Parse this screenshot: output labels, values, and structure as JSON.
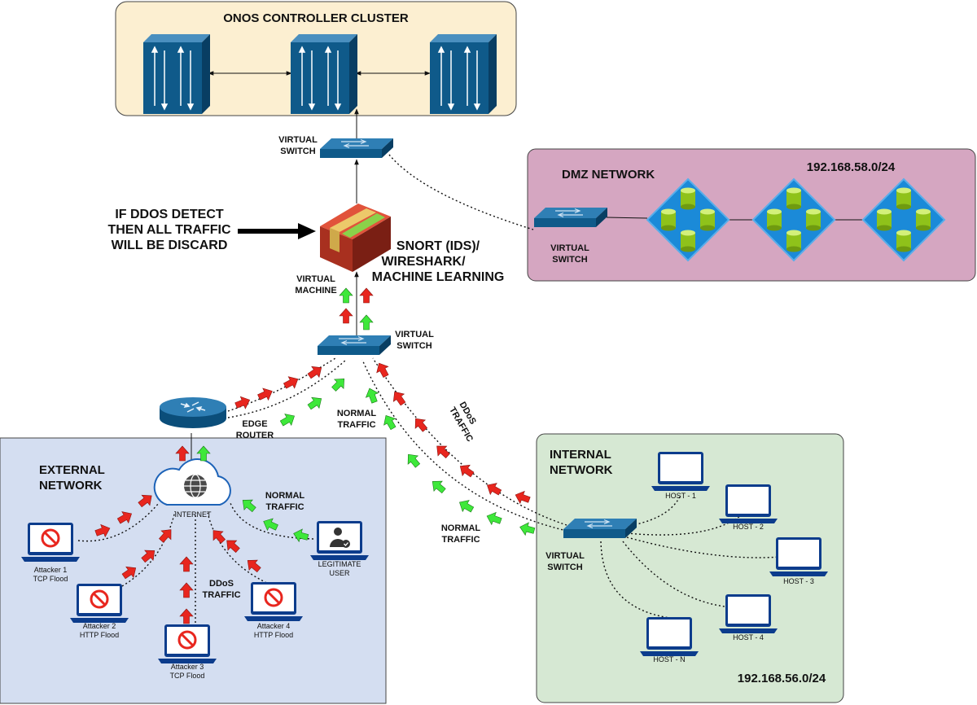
{
  "regions": {
    "onos": {
      "title": "ONOS CONTROLLER CLUSTER"
    },
    "dmz": {
      "title": "DMZ NETWORK",
      "subnet": "192.168.58.0/24"
    },
    "external": {
      "title_line1": "EXTERNAL",
      "title_line2": "NETWORK"
    },
    "internal": {
      "title_line1": "INTERNAL",
      "title_line2": "NETWORK",
      "subnet": "192.168.56.0/24"
    }
  },
  "devices": {
    "top_switch": {
      "line1": "VIRTUAL",
      "line2": "SWITCH"
    },
    "core_switch": {
      "line1": "VIRTUAL",
      "line2": "SWITCH"
    },
    "dmz_switch": {
      "line1": "VIRTUAL",
      "line2": "SWITCH"
    },
    "internal_switch": {
      "line1": "VIRTUAL",
      "line2": "SWITCH"
    },
    "vm": {
      "line1": "VIRTUAL",
      "line2": "MACHINE"
    },
    "ids": {
      "line1": "SNORT (IDS)/",
      "line2": "WIRESHARK/",
      "line3": "MACHINE LEARNING"
    },
    "edge_router": {
      "line1": "EDGE",
      "line2": "ROUTER"
    },
    "internet": {
      "label": "INTERNET"
    }
  },
  "ddos_note": {
    "line1": "IF DDOS DETECT",
    "line2": "THEN ALL TRAFFIC",
    "line3": "WILL BE DISCARD"
  },
  "traffic_labels": {
    "normal_top": {
      "line1": "NORMAL",
      "line2": "TRAFFIC"
    },
    "ddos_top": {
      "line1": "DDoS",
      "line2": "TRAFFIC"
    },
    "normal_internal": {
      "line1": "NORMAL",
      "line2": "TRAFFIC"
    },
    "normal_external": {
      "line1": "NORMAL",
      "line2": "TRAFFIC"
    },
    "ddos_external": {
      "line1": "DDoS",
      "line2": "TRAFFIC"
    }
  },
  "attackers": [
    {
      "line1": "Attacker 1",
      "line2": "TCP Flood"
    },
    {
      "line1": "Attacker 2",
      "line2": "HTTP Flood"
    },
    {
      "line1": "Attacker 3",
      "line2": "TCP Flood"
    },
    {
      "line1": "Attacker 4",
      "line2": "HTTP Flood"
    }
  ],
  "legit_user": {
    "line1": "LEGITIMATE",
    "line2": "USER"
  },
  "hosts": [
    "HOST - 1",
    "HOST - 2",
    "HOST - 3",
    "HOST - 4",
    "HOST - N"
  ],
  "colors": {
    "onos_bg": "#fcefd1",
    "dmz_bg": "#d5a6c1",
    "external_bg": "#d4def1",
    "internal_bg": "#d6e8d3",
    "device_blue": "#0f5a8a",
    "ddos_arrow": "#e8261e",
    "normal_arrow": "#3ee83a",
    "ids_red": "#d8402a",
    "server_blue": "#1b8ad8",
    "cylinder_green": "#9acd1e"
  }
}
